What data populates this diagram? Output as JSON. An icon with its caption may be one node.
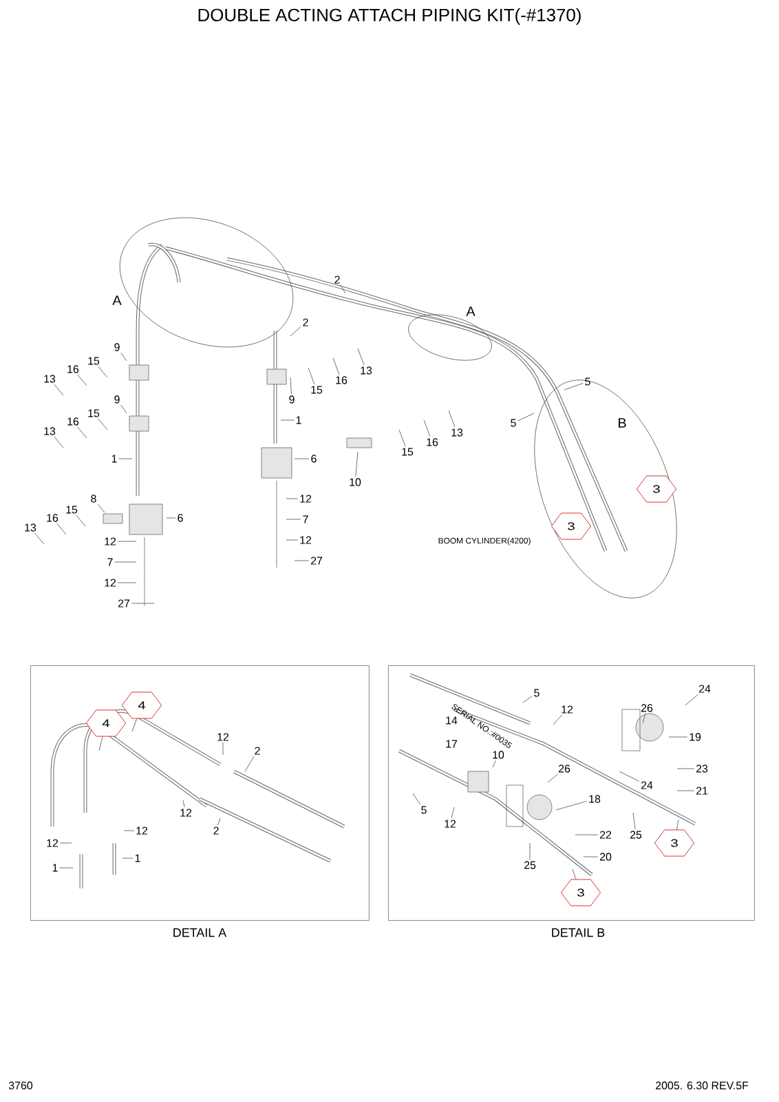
{
  "diagram": {
    "title": "DOUBLE ACTING ATTACH PIPING KIT(-#1370)",
    "nodes": [
      {
        "text": [
          "A"
        ]
      },
      {
        "text": [
          "A"
        ]
      },
      {
        "text": [
          "B"
        ]
      },
      {
        "text": [
          "3"
        ],
        "in": 2
      },
      {
        "text": [
          "3"
        ],
        "in": 2
      },
      {
        "text": [
          "2"
        ]
      },
      {
        "text": [
          "2"
        ]
      },
      {
        "text": [
          "9"
        ]
      },
      {
        "text": [
          "15"
        ]
      },
      {
        "text": [
          "16"
        ]
      },
      {
        "text": [
          "13"
        ]
      },
      {
        "text": [
          "13"
        ]
      },
      {
        "text": [
          "16"
        ]
      },
      {
        "text": [
          "15"
        ]
      },
      {
        "text": [
          "5"
        ]
      },
      {
        "text": [
          "9"
        ]
      },
      {
        "text": [
          "1"
        ]
      },
      {
        "text": [
          "9"
        ]
      },
      {
        "text": [
          "15"
        ]
      },
      {
        "text": [
          "16"
        ]
      },
      {
        "text": [
          "5"
        ]
      },
      {
        "text": [
          "13"
        ]
      },
      {
        "text": [
          "13"
        ]
      },
      {
        "text": [
          "16"
        ]
      },
      {
        "text": [
          "15"
        ]
      },
      {
        "text": [
          "1"
        ]
      },
      {
        "text": [
          "10"
        ]
      },
      {
        "text": [
          "6"
        ]
      },
      {
        "text": [
          "12"
        ]
      },
      {
        "text": [
          "7"
        ]
      },
      {
        "text": [
          "8"
        ]
      },
      {
        "text": [
          "15"
        ]
      },
      {
        "text": [
          "12"
        ]
      },
      {
        "text": [
          "6"
        ]
      },
      {
        "text": [
          "16"
        ]
      },
      {
        "text": [
          "27"
        ]
      },
      {
        "text": [
          "13"
        ]
      },
      {
        "text": [
          "12"
        ]
      },
      {
        "text": [
          "7"
        ]
      },
      {
        "text": [
          "12"
        ]
      },
      {
        "text": [
          "27"
        ]
      },
      {
        "text": [
          "DETAIL A"
        ]
      },
      {
        "text": [
          "4"
        ],
        "in": 41
      },
      {
        "text": [
          "4"
        ],
        "in": 41
      },
      {
        "text": [
          "12"
        ],
        "in": 41
      },
      {
        "text": [
          "2"
        ],
        "in": 41
      },
      {
        "text": [
          "12"
        ],
        "in": 41
      },
      {
        "text": [
          "2"
        ],
        "in": 41
      },
      {
        "text": [
          "12"
        ],
        "in": 41
      },
      {
        "text": [
          "12"
        ],
        "in": 41
      },
      {
        "text": [
          "1"
        ],
        "in": 41
      },
      {
        "text": [
          "1"
        ],
        "in": 41
      },
      {
        "text": [
          "DETAIL B"
        ]
      },
      {
        "text": [
          "5"
        ],
        "in": 52
      },
      {
        "text": [
          "24"
        ],
        "in": 52
      },
      {
        "text": [
          "26"
        ],
        "in": 52
      },
      {
        "text": [
          "12"
        ],
        "in": 52
      },
      {
        "text": [
          "19"
        ],
        "in": 52
      },
      {
        "text": [
          "10"
        ],
        "in": 52
      },
      {
        "text": [
          "23"
        ],
        "in": 52
      },
      {
        "text": [
          "26"
        ],
        "in": 52
      },
      {
        "text": [
          "21"
        ],
        "in": 52
      },
      {
        "text": [
          "24"
        ],
        "in": 52
      },
      {
        "text": [
          "18"
        ],
        "in": 52
      },
      {
        "text": [
          "25"
        ],
        "in": 52
      },
      {
        "text": [
          "5"
        ],
        "in": 52
      },
      {
        "text": [
          "22"
        ],
        "in": 52
      },
      {
        "text": [
          "12"
        ],
        "in": 52
      },
      {
        "text": [
          "20"
        ],
        "in": 52
      },
      {
        "text": [
          "3"
        ],
        "in": 52
      },
      {
        "text": [
          "25"
        ],
        "in": 52
      },
      {
        "text": [
          "3"
        ],
        "in": 52
      }
    ],
    "edges": [
      {
        "from": 5,
        "to": null,
        "arrow": "none"
      },
      {
        "from": 6,
        "to": null,
        "arrow": "none"
      },
      {
        "from": 7,
        "to": null,
        "arrow": "none"
      },
      {
        "from": 8,
        "to": null,
        "arrow": "none"
      },
      {
        "from": 9,
        "to": null,
        "arrow": "none"
      },
      {
        "from": 10,
        "to": null,
        "arrow": "none"
      },
      {
        "from": 11,
        "to": null,
        "arrow": "none"
      },
      {
        "from": 12,
        "to": null,
        "arrow": "none"
      },
      {
        "from": 13,
        "to": null,
        "arrow": "none"
      },
      {
        "from": 14,
        "to": null,
        "arrow": "none"
      },
      {
        "from": 15,
        "to": null,
        "arrow": "none"
      },
      {
        "from": 16,
        "to": null,
        "arrow": "none"
      },
      {
        "from": 17,
        "to": null,
        "arrow": "none"
      },
      {
        "from": 18,
        "to": null,
        "arrow": "none"
      },
      {
        "from": 19,
        "to": null,
        "arrow": "none"
      },
      {
        "from": 20,
        "to": null,
        "arrow": "none"
      },
      {
        "from": 21,
        "to": null,
        "arrow": "none"
      },
      {
        "from": 22,
        "to": null,
        "arrow": "none"
      },
      {
        "from": 23,
        "to": null,
        "arrow": "none"
      },
      {
        "from": 24,
        "to": null,
        "arrow": "none"
      },
      {
        "from": 25,
        "to": null,
        "arrow": "none"
      },
      {
        "from": 26,
        "to": null,
        "arrow": "none"
      },
      {
        "from": 27,
        "to": null,
        "arrow": "none"
      },
      {
        "from": 28,
        "to": null,
        "arrow": "none"
      },
      {
        "from": 29,
        "to": null,
        "arrow": "none"
      },
      {
        "from": 30,
        "to": null,
        "arrow": "none"
      },
      {
        "from": 31,
        "to": null,
        "arrow": "none"
      },
      {
        "from": 32,
        "to": null,
        "arrow": "none"
      },
      {
        "from": 33,
        "to": null,
        "arrow": "none"
      },
      {
        "from": 34,
        "to": null,
        "arrow": "none"
      },
      {
        "from": 35,
        "to": null,
        "arrow": "none"
      },
      {
        "from": 36,
        "to": null,
        "arrow": "none"
      },
      {
        "from": 37,
        "to": null,
        "arrow": "none"
      },
      {
        "from": 38,
        "to": null,
        "arrow": "none"
      },
      {
        "from": 39,
        "to": null,
        "arrow": "none"
      },
      {
        "from": 40,
        "to": null,
        "arrow": "none"
      },
      {
        "from": 42,
        "to": null,
        "arrow": "none"
      },
      {
        "from": 43,
        "to": null,
        "arrow": "none"
      },
      {
        "from": 44,
        "to": null,
        "arrow": "none"
      },
      {
        "from": 45,
        "to": null,
        "arrow": "none"
      },
      {
        "from": 46,
        "to": null,
        "arrow": "none"
      },
      {
        "from": 47,
        "to": null,
        "arrow": "none"
      },
      {
        "from": 48,
        "to": null,
        "arrow": "none"
      },
      {
        "from": 49,
        "to": null,
        "arrow": "none"
      },
      {
        "from": 50,
        "to": null,
        "arrow": "none"
      },
      {
        "from": 51,
        "to": null,
        "arrow": "none"
      },
      {
        "from": 53,
        "to": null,
        "arrow": "none"
      },
      {
        "from": 54,
        "to": null,
        "arrow": "none"
      },
      {
        "from": 55,
        "to": null,
        "arrow": "none"
      },
      {
        "from": 56,
        "to": null,
        "arrow": "none"
      },
      {
        "from": 57,
        "to": null,
        "arrow": "none"
      },
      {
        "from": 58,
        "to": null,
        "arrow": "none"
      },
      {
        "from": 59,
        "to": null,
        "arrow": "none"
      },
      {
        "from": 60,
        "to": null,
        "arrow": "none"
      },
      {
        "from": 61,
        "to": null,
        "arrow": "none"
      },
      {
        "from": 62,
        "to": null,
        "arrow": "none"
      },
      {
        "from": 63,
        "to": null,
        "arrow": "none"
      },
      {
        "from": 64,
        "to": null,
        "arrow": "none"
      },
      {
        "from": 65,
        "to": null,
        "arrow": "none"
      },
      {
        "from": 66,
        "to": null,
        "arrow": "none"
      },
      {
        "from": 67,
        "to": null,
        "arrow": "none"
      },
      {
        "from": 68,
        "to": null,
        "arrow": "none"
      },
      {
        "from": 69,
        "to": null,
        "arrow": "none"
      },
      {
        "from": 70,
        "to": null,
        "arrow": "none"
      },
      {
        "from": 71,
        "to": null,
        "arrow": "none"
      }
    ],
    "labels": [
      "BOOM CYLINDER(4200)",
      "14",
      "SERIAL NO.:#0035",
      "17",
      "3760",
      "2005. 6.30  REV.5F"
    ]
  }
}
